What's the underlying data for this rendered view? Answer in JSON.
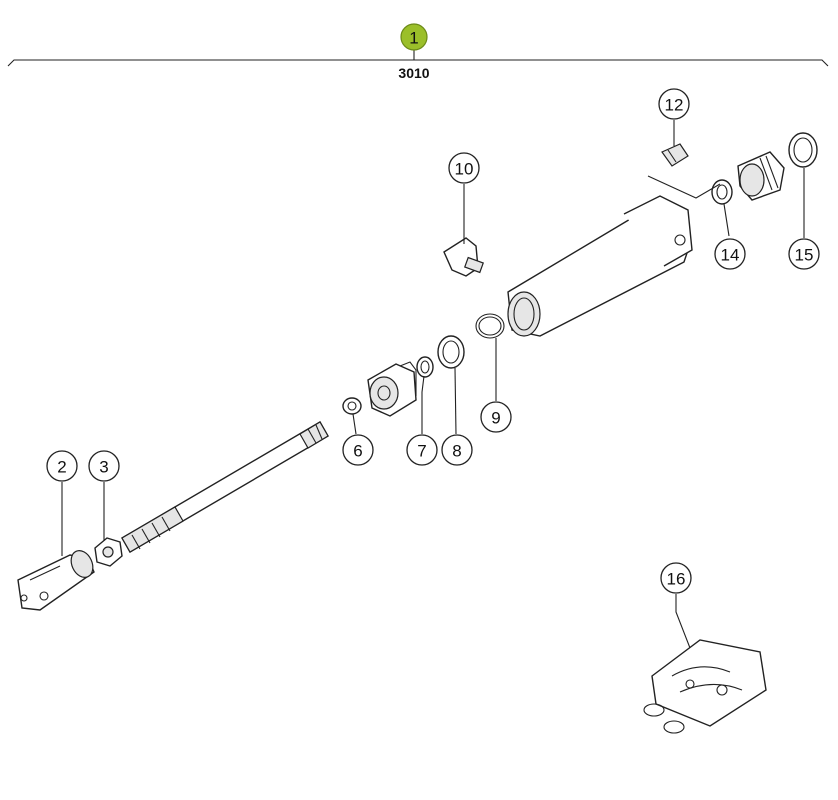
{
  "header": {
    "assembly_number": "1",
    "assembly_code": "3010",
    "highlight_color": "#9bbf2a"
  },
  "callouts": [
    {
      "id": "2",
      "label": "2"
    },
    {
      "id": "3",
      "label": "3"
    },
    {
      "id": "6",
      "label": "6"
    },
    {
      "id": "7",
      "label": "7"
    },
    {
      "id": "8",
      "label": "8"
    },
    {
      "id": "9",
      "label": "9"
    },
    {
      "id": "10",
      "label": "10"
    },
    {
      "id": "12",
      "label": "12"
    },
    {
      "id": "14",
      "label": "14"
    },
    {
      "id": "15",
      "label": "15"
    },
    {
      "id": "16",
      "label": "16"
    }
  ]
}
